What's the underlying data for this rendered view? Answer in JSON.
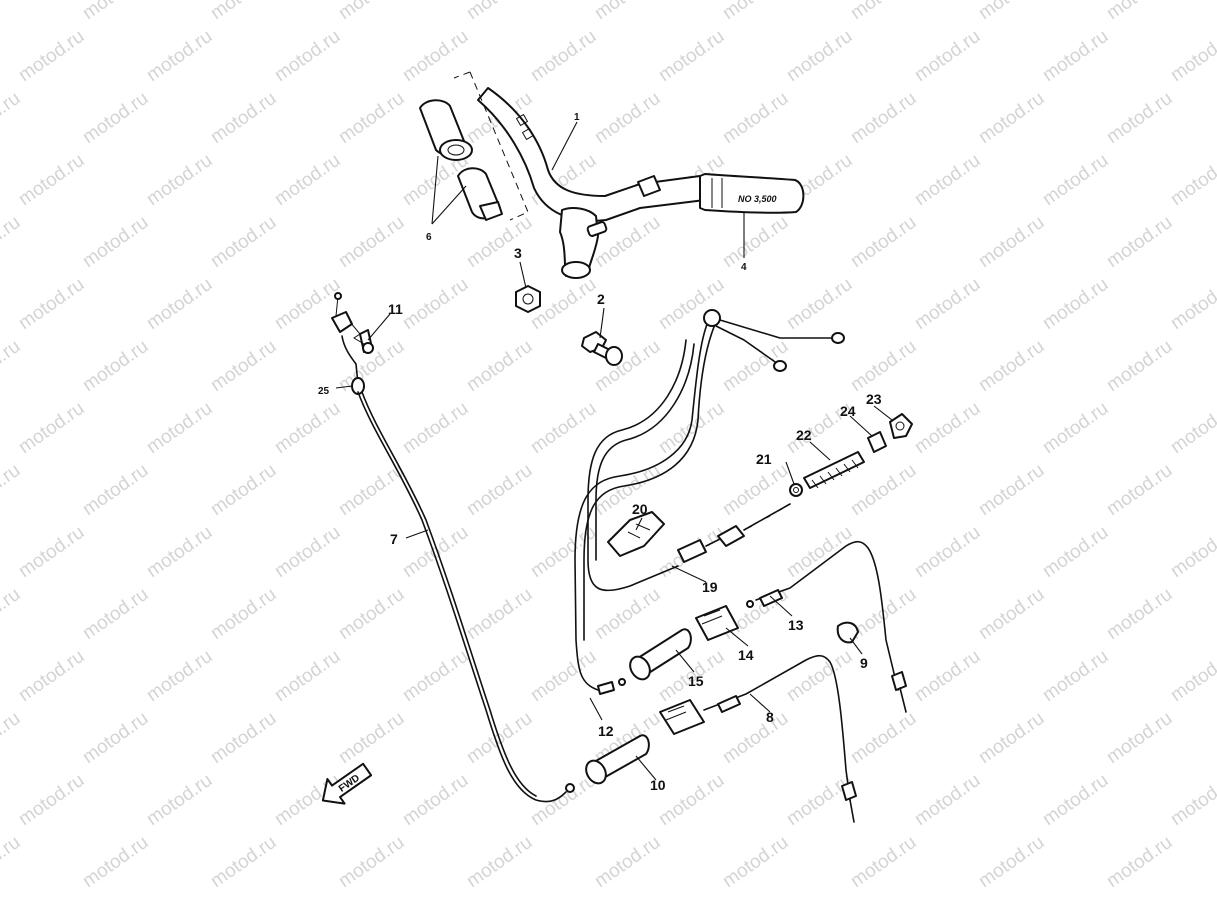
{
  "watermark": "motod.ru",
  "direction_arrow": {
    "label": "FWD",
    "icon": "fwd-arrow-icon"
  },
  "grip_marking": "NO 3,500",
  "callouts": {
    "c1": "1",
    "c2": "2",
    "c3": "3",
    "c4": "4",
    "c6": "6",
    "c7": "7",
    "c8": "8",
    "c9": "9",
    "c10": "10",
    "c11": "11",
    "c12": "12",
    "c13": "13",
    "c14": "14",
    "c15": "15",
    "c19": "19",
    "c20": "20",
    "c21": "21",
    "c22": "22",
    "c23": "23",
    "c24": "24",
    "c25": "25"
  },
  "colors": {
    "line": "#111111",
    "watermark": "#d4d4d4",
    "background": "#ffffff"
  }
}
